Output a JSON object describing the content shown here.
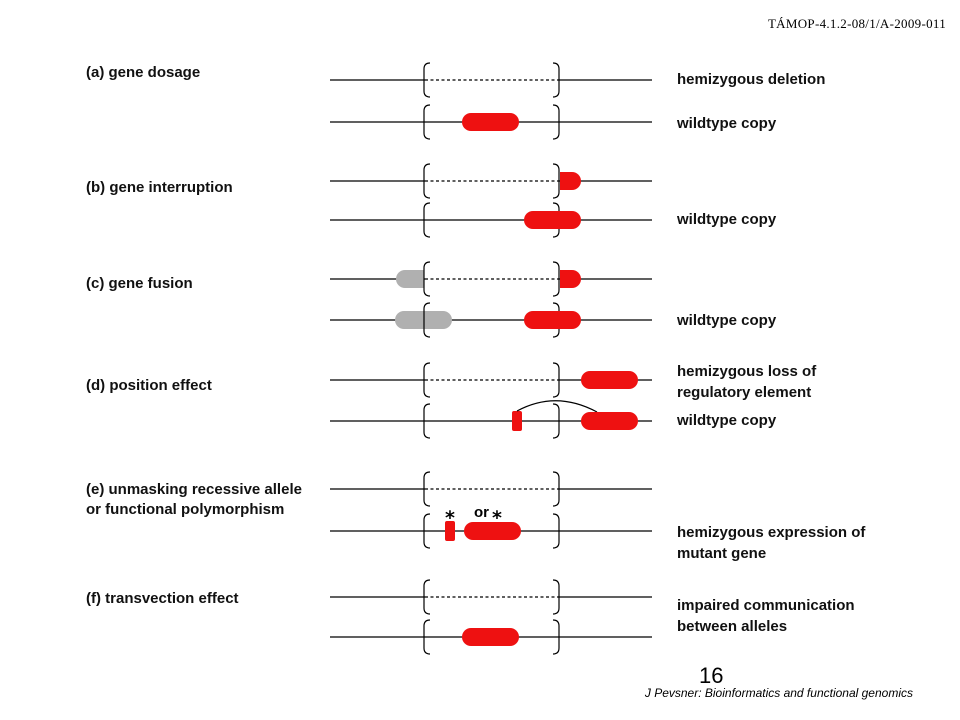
{
  "header": "TÁMOP-4.1.2-08/1/A-2009-011",
  "colors": {
    "mutant": "#ee1111",
    "gray": "#b0b0b0",
    "line": "#000000"
  },
  "panels": {
    "a": {
      "title": "(a) gene dosage",
      "top": "hemizygous deletion",
      "bottom": "wildtype copy"
    },
    "b": {
      "title": "(b) gene interruption",
      "bottom": "wildtype copy"
    },
    "c": {
      "title": "(c) gene fusion",
      "bottom": "wildtype copy"
    },
    "d": {
      "title": "(d) position effect",
      "top_line1": "hemizygous loss of",
      "top_line2": "regulatory element",
      "bottom": "wildtype copy"
    },
    "e": {
      "title_line1": "(e) unmasking recessive allele",
      "title_line2": "or functional polymorphism",
      "bottom_line1": "hemizygous expression of",
      "bottom_line2": "mutant gene",
      "mutation_mark": "*",
      "or_text": "or"
    },
    "f": {
      "title": "(f) transvection effect",
      "right_line1": "impaired communication",
      "right_line2": "between alleles"
    }
  },
  "page_number": "16",
  "credit": "J Pevsner: Bioinformatics and functional genomics"
}
